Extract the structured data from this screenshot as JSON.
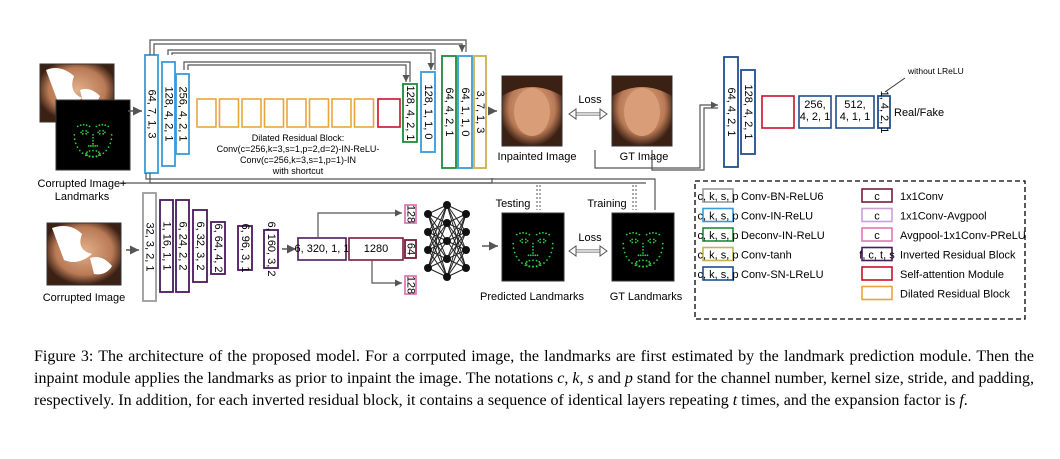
{
  "labels": {
    "corrupted_landmarks": [
      "Corrupted Image+",
      "Landmarks"
    ],
    "corrupted_image": "Corrupted Image",
    "inpainted_image": "Inpainted Image",
    "gt_image": "GT Image",
    "predicted_landmarks": "Predicted Landmarks",
    "gt_landmarks": "GT Landmarks",
    "loss_top": "Loss",
    "loss_bottom": "Loss",
    "testing": "Testing",
    "training": "Training",
    "real_fake": "Real/Fake",
    "without_lrelu": "without LReLU",
    "dilated_block_lines": [
      "Dilated Residual Block:",
      "Conv(c=256,k=3,s=1,p=2,d=2)-IN-ReLU-",
      "Conv(c=256,k=3,s=1,p=1)-IN",
      "with shortcut"
    ]
  },
  "inpaint_encoder": [
    "64, 7, 1, 3",
    "128, 4, 2, 1",
    "256, 4, 2, 1"
  ],
  "inpaint_decoder": [
    "128, 4, 2, 1",
    "128, 1, 1, 0",
    "64, 4, 2, 1",
    "64, 1, 1, 0",
    "3, 7, 1, 3"
  ],
  "landmark_net": [
    "32, 3, 2, 1",
    "1, 16, 1, 1",
    "6, 24, 2, 2",
    "6, 32, 3, 2",
    "6, 64, 4, 2",
    "6, 96, 3, 1",
    "6, 160, 3, 2"
  ],
  "landmark_head": {
    "conv": "6, 320, 1, 1",
    "fc": "1280",
    "branch_top": "128",
    "branch_mid": "64",
    "branch_bottom": "128"
  },
  "discriminator": [
    "64, 4, 2, 1",
    "128, 4, 2, 1",
    "256, 4, 2, 1",
    "512, 4, 1, 1",
    "1, 4, 2, 1"
  ],
  "legend": [
    {
      "sample": "c, k, s, p",
      "text": "Conv-BN-ReLU6",
      "color": "#9b9b9b"
    },
    {
      "sample": "c, k, s, p",
      "text": "Conv-IN-ReLU",
      "color": "#3a9ad9"
    },
    {
      "sample": "c, k, s, p",
      "text": "Deconv-IN-ReLU",
      "color": "#1f8a3a"
    },
    {
      "sample": "c, k, s, p",
      "text": "Conv-tanh",
      "color": "#c8b24a"
    },
    {
      "sample": "c, k, s, p",
      "text": "Conv-SN-LReLU",
      "color": "#1f4e8c"
    },
    {
      "sample": "c",
      "text": "1x1Conv",
      "color": "#7a1a3a"
    },
    {
      "sample": "c",
      "text": "1x1Conv-Avgpool",
      "color": "#c9a0d8"
    },
    {
      "sample": "c",
      "text": "Avgpool-1x1Conv-PReLU",
      "color": "#e377b6"
    },
    {
      "sample": "f, c, t, s",
      "text": "Inverted Residual Block",
      "color": "#4a1a5e"
    },
    {
      "sample": "",
      "text": "Self-attention Module",
      "color": "#c8102e"
    },
    {
      "sample": "",
      "text": "Dilated Residual Block",
      "color": "#e8a63a"
    }
  ],
  "caption": {
    "p1": "Figure 3: The architecture of the proposed model. For a corrputed image, the landmarks are first estimated by the landmark prediction module. Then the inpaint module applies the landmarks as prior to inpaint the image. The notations ",
    "c": "c",
    "sep1": ", ",
    "k": "k",
    "sep2": ", ",
    "s": "s",
    "and": " and ",
    "p": "p",
    "p2": " stand for the channel number, kernel size, stride, and padding, respectively. In addition, for each inverted residual block, it contains a sequence of identical layers repeating ",
    "t": "t",
    "p3": " times, and the expansion factor is ",
    "f": "f",
    "p4": "."
  },
  "colors": {
    "conv_bn_relu6": "#9b9b9b",
    "conv_in_relu": "#3a9ad9",
    "deconv_in_relu": "#1f8a3a",
    "conv_tanh": "#c8b24a",
    "conv_sn_lrelu": "#1f4e8c",
    "conv1x1": "#7a1a3a",
    "inverted_residual": "#4a1a5e",
    "self_attention": "#c8102e",
    "dilated_residual": "#e8a63a",
    "pink": "#e377b6",
    "face_skin": "#c98b6a",
    "hair": "#4a2a1a",
    "landmark_dot": "#2ecc40"
  }
}
